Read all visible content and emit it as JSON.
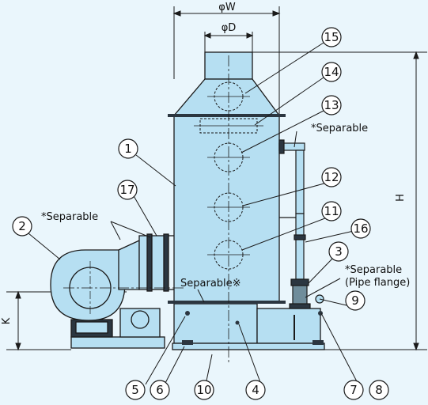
{
  "dimensions": {
    "phi_w": "φW",
    "phi_d": "φD",
    "h": "H",
    "k": "K"
  },
  "notes": {
    "separable_top": "*Separable",
    "separable_fan": "*Separable",
    "separable_pipe_1": "*Separable",
    "separable_pipe_2": "(Pipe flange)",
    "separable_mid": "Separable※"
  },
  "callouts": [
    "15",
    "14",
    "13",
    "1",
    "17",
    "12",
    "2",
    "11",
    "16",
    "3",
    "9",
    "5",
    "6",
    "10",
    "4",
    "7",
    "8"
  ],
  "colors": {
    "background": "#eaf6fc",
    "body_fill": "#b6dff2",
    "line": "#1a1a1a",
    "dark": "#3a4a55"
  }
}
